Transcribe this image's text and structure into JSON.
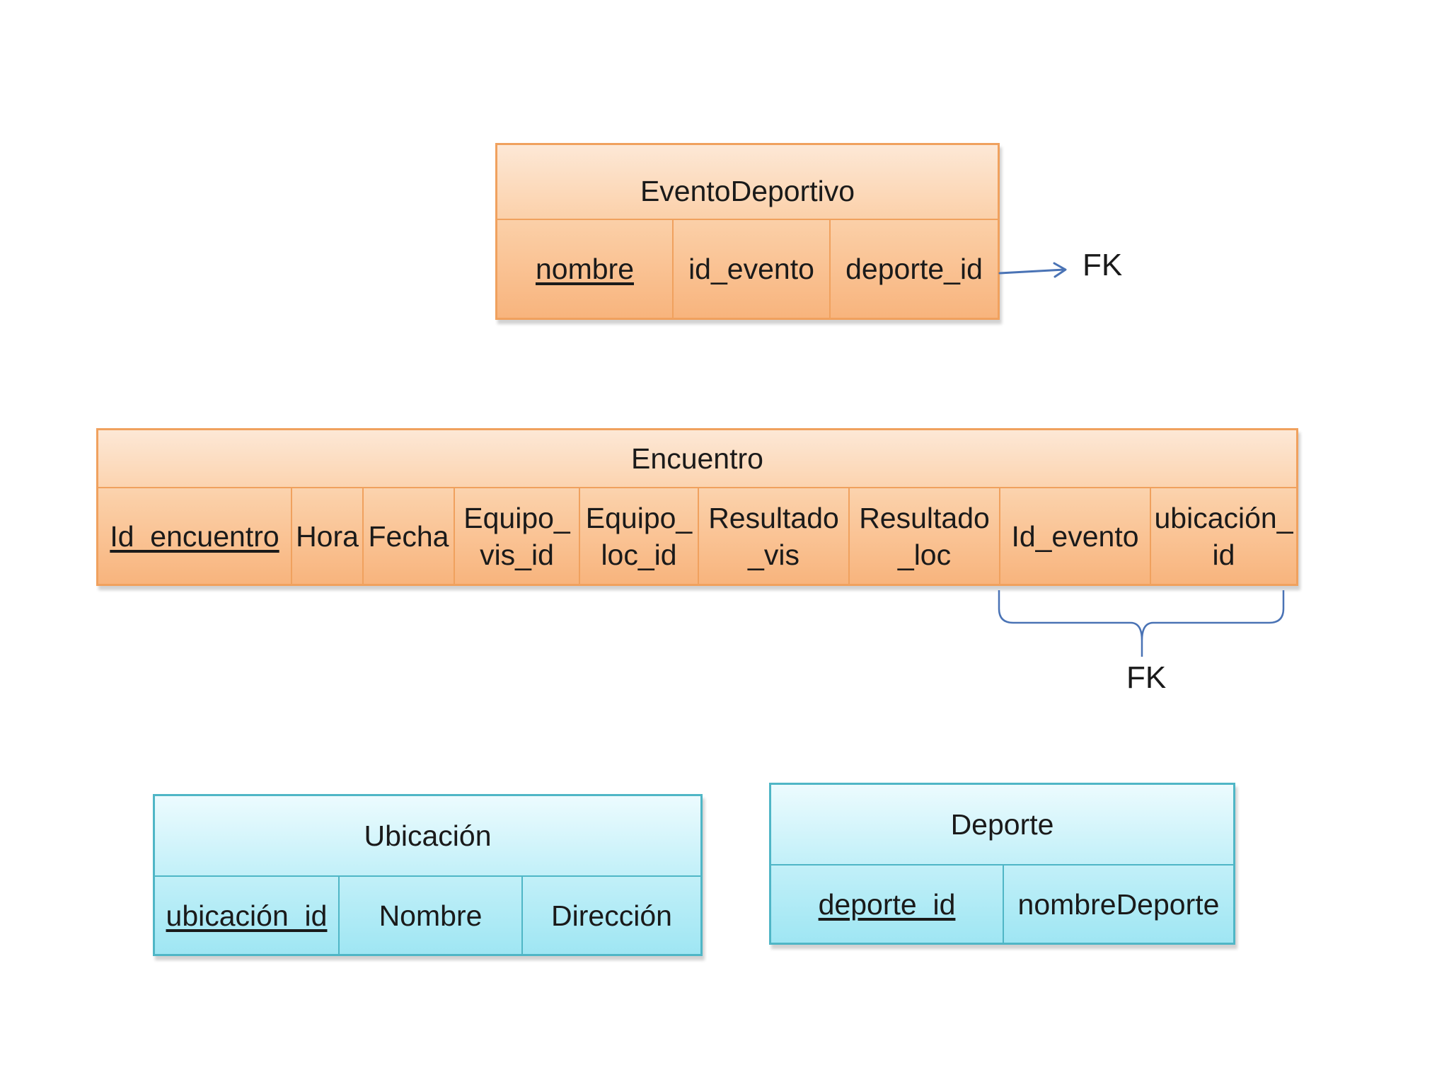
{
  "entities": {
    "evento": {
      "title": "EventoDeportivo",
      "attributes": [
        {
          "label": "nombre",
          "pk": true
        },
        {
          "label": "id_evento",
          "pk": false
        },
        {
          "label": "deporte_id",
          "pk": false
        }
      ],
      "fk_label": "FK"
    },
    "encuentro": {
      "title": "Encuentro",
      "attributes": [
        {
          "label": "Id_encuentro",
          "pk": true
        },
        {
          "label": "Hora",
          "pk": false
        },
        {
          "label": "Fecha",
          "pk": false
        },
        {
          "label": "Equipo_\nvis_id",
          "pk": false
        },
        {
          "label": "Equipo_\nloc_id",
          "pk": false
        },
        {
          "label": "Resultado\n_vis",
          "pk": false
        },
        {
          "label": "Resultado\n_loc",
          "pk": false
        },
        {
          "label": "Id_evento",
          "pk": false
        },
        {
          "label": "ubicación_\nid",
          "pk": false
        }
      ],
      "fk_label": "FK"
    },
    "ubicacion": {
      "title": "Ubicación",
      "attributes": [
        {
          "label": "ubicación_id",
          "pk": true
        },
        {
          "label": "Nombre",
          "pk": false
        },
        {
          "label": "Dirección",
          "pk": false
        }
      ]
    },
    "deporte": {
      "title": "Deporte",
      "attributes": [
        {
          "label": "deporte_id",
          "pk": true
        },
        {
          "label": "nombreDeporte",
          "pk": false
        }
      ]
    }
  },
  "colors": {
    "orange_fill": "#fbcfa7",
    "orange_border": "#f0a15e",
    "blue_fill": "#c6f1f9",
    "blue_border": "#4fb6c6",
    "connector": "#4a73b5"
  }
}
